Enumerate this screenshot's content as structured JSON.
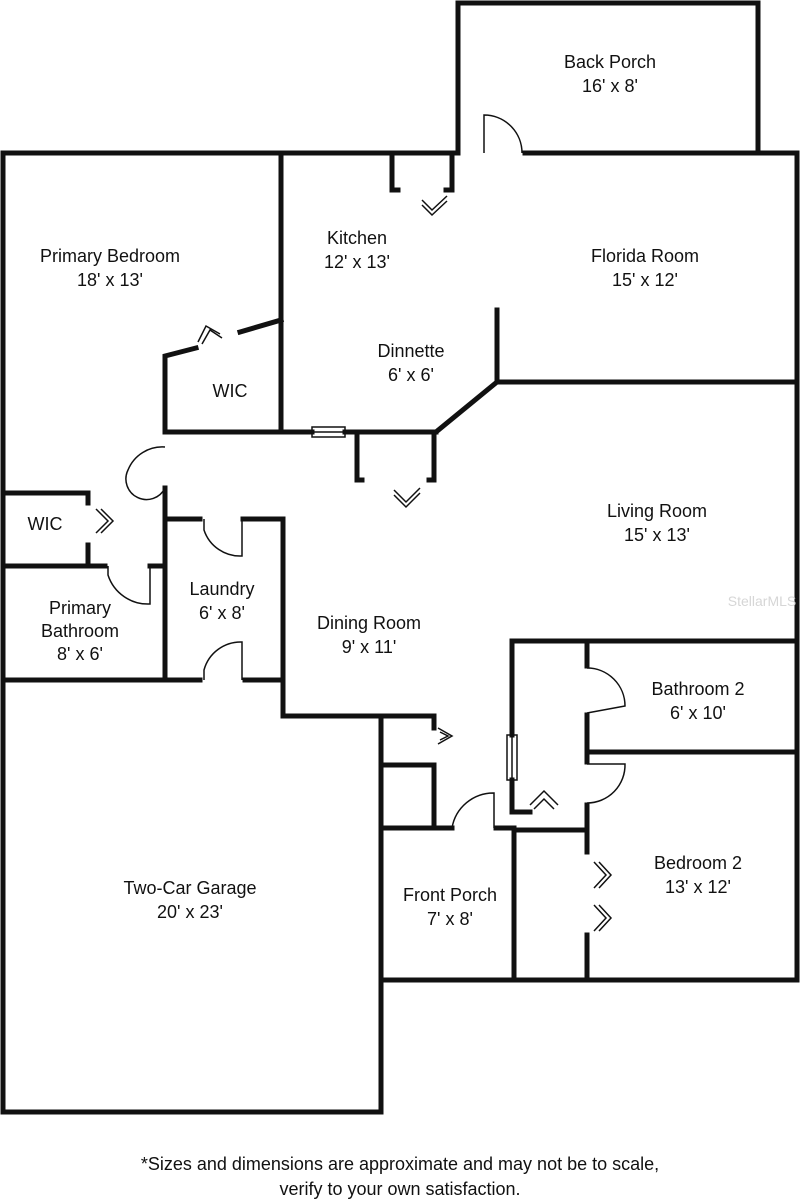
{
  "rooms": {
    "back_porch": {
      "name": "Back Porch",
      "size": "16' x 8'"
    },
    "primary_bedroom": {
      "name": "Primary Bedroom",
      "size": "18' x 13'"
    },
    "kitchen": {
      "name": "Kitchen",
      "size": "12' x 13'"
    },
    "florida_room": {
      "name": "Florida Room",
      "size": "15' x 12'"
    },
    "dinnette": {
      "name": "Dinnette",
      "size": "6' x 6'"
    },
    "wic_upper": {
      "name": "WIC"
    },
    "wic_lower": {
      "name": "WIC"
    },
    "living_room": {
      "name": "Living Room",
      "size": "15' x 13'"
    },
    "primary_bathroom": {
      "name_line1": "Primary",
      "name_line2": "Bathroom",
      "size": "8' x 6'"
    },
    "laundry": {
      "name": "Laundry",
      "size": "6' x 8'"
    },
    "dining_room": {
      "name": "Dining Room",
      "size": "9' x 11'"
    },
    "bathroom_2": {
      "name": "Bathroom 2",
      "size": "6' x 10'"
    },
    "two_car_garage": {
      "name": "Two-Car Garage",
      "size": "20' x 23'"
    },
    "front_porch": {
      "name": "Front Porch",
      "size": "7' x 8'"
    },
    "bedroom_2": {
      "name": "Bedroom 2",
      "size": "13' x 12'"
    }
  },
  "watermark": "StellarMLS",
  "disclaimer": {
    "line1": "*Sizes and dimensions are approximate and may not be to scale,",
    "line2": "verify to your own satisfaction."
  }
}
